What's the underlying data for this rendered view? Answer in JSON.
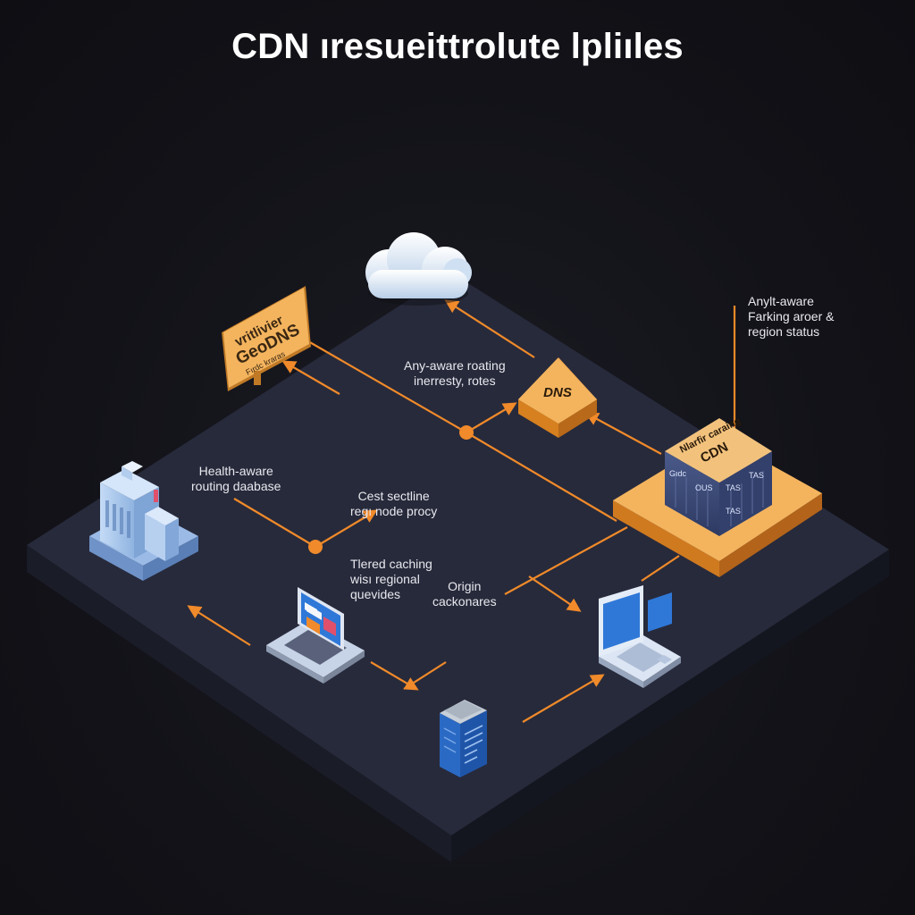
{
  "title": "CDN ıresueittrolute lpliıles",
  "nodes": {
    "geodns_sign": {
      "lines": [
        "vritlivier",
        "GeoDNS",
        "Fırdc kraras"
      ],
      "icon": "geodns-sign-icon"
    },
    "dns_box": {
      "label": "DNS",
      "icon": "dns-box-icon"
    },
    "cdn_cube": {
      "lines": [
        "Nlarfir caraing",
        "CDN",
        "Gıdc",
        "OUS",
        "TAS",
        "TAS",
        "TAS"
      ],
      "icon": "cdn-server-icon"
    },
    "cloud": {
      "icon": "cloud-icon"
    },
    "building": {
      "icon": "office-building-icon"
    },
    "laptop_left": {
      "icon": "laptop-icon"
    },
    "laptop_right": {
      "icon": "laptop-icon"
    },
    "server": {
      "icon": "server-icon"
    }
  },
  "labels": {
    "anycast": [
      "Any-aware roating",
      "inerresty, rotes"
    ],
    "health": [
      "Health-aware",
      "routing daabase"
    ],
    "cost": [
      "Cest sectline",
      "regı node procy"
    ],
    "tiered": [
      "Tlered caching",
      "wisı regional",
      "quevides"
    ],
    "origin": [
      "Origin",
      "cackonares"
    ],
    "region_status": [
      "Anylt-aware",
      "Farking aroer &",
      "region status"
    ]
  },
  "colors": {
    "background": "#121218",
    "platform_top": "#272a3b",
    "platform_side": "#1a1c28",
    "accent_orange": "#f08a2a",
    "box_orange": "#f2a850",
    "sign_orange": "#f4b45e",
    "blue_device": "#2f78d8",
    "light_blue": "#9cc2ee",
    "text": "#e8e8ee"
  }
}
